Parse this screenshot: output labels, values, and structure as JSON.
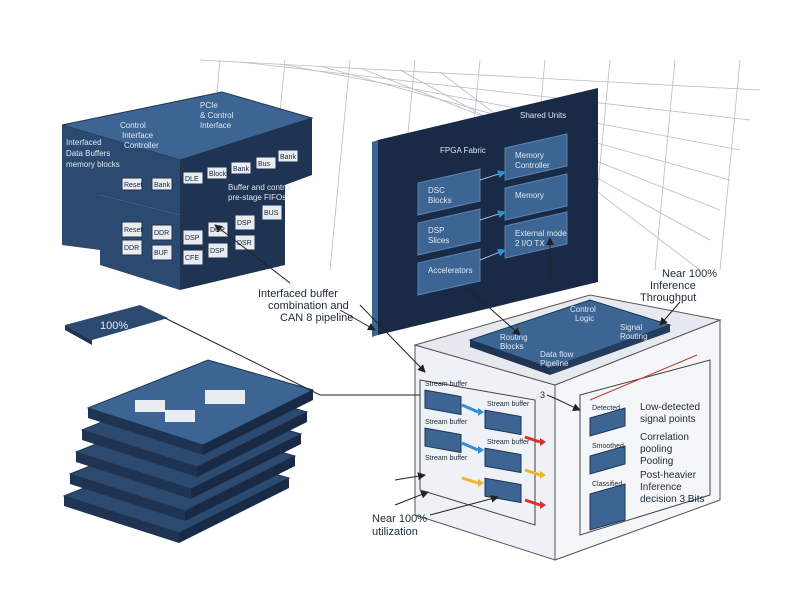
{
  "colors": {
    "navy": "#1f3452",
    "blue": "#3d6594",
    "dark": "#182a45",
    "accent_blue": "#2f8fd8",
    "accent_red": "#d93030",
    "accent_yellow": "#f0b428",
    "line": "#333333"
  },
  "left_cube": {
    "top_text": [
      "Control",
      "Interface",
      "Controller"
    ],
    "top_text_right": [
      "PCIe",
      "& Control",
      "Interface"
    ],
    "side_text": [
      "Interfaced",
      "Data Buffers",
      "memory blocks"
    ],
    "front_text": [
      "Buffer and control",
      "pre-stage FIFOs"
    ],
    "keys_top": [
      "Reset",
      "Bank",
      "DLE",
      "Blocks",
      "Bank",
      "Bus",
      "Bank"
    ],
    "keys_bottom": [
      "Reset",
      "DDR",
      "DDR",
      "BUF",
      "DSP",
      "DCP",
      "DSP",
      "BUS",
      "CFE",
      "DSP",
      "DSR"
    ]
  },
  "fpga_panel": {
    "left_header": "FPGA Fabric",
    "right_header": "Shared Units",
    "blocks_left": [
      [
        "DSC",
        "Blocks"
      ],
      [
        "DSP",
        "Slices"
      ],
      [
        "Accelerators",
        ""
      ]
    ],
    "blocks_right": [
      [
        "Memory",
        "Controller"
      ],
      [
        "Memory",
        ""
      ],
      [
        "External mode",
        "2 I/O TX"
      ]
    ]
  },
  "percent_tile": "100%",
  "callouts": {
    "interface": [
      "Interfaced buffer",
      "combination and",
      "CAN 8 pipeline"
    ],
    "utilization": [
      "Near 100%",
      "utilization"
    ],
    "throughput": [
      "Near 100%",
      "Inference",
      "Throughput"
    ]
  },
  "right_box": {
    "top_labels": [
      "Control",
      "Logic",
      "Signal",
      "Routing",
      "Routing",
      "Blocks",
      "Data flow",
      "Pipeline"
    ],
    "stage_labels": [
      "Stream buffer",
      "Stream buffer",
      "Stream buffer",
      "Stream buffer",
      "Stream buffer"
    ],
    "step_number": "3",
    "module_labels": [
      "Detected",
      "Smoothed",
      "Classified"
    ],
    "descriptions": [
      [
        "Low-detected",
        "signal points"
      ],
      [
        "Correlation",
        "pooling",
        "Pooling"
      ],
      [
        "Post-heavier",
        "Inference",
        "decision 3 Bits"
      ]
    ]
  }
}
